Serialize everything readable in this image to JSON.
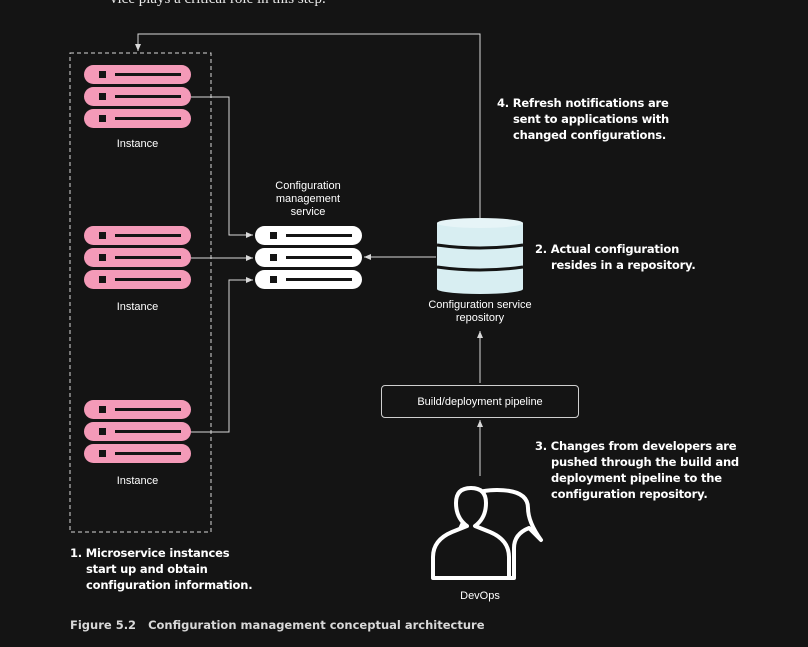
{
  "header": {
    "cutoff_text": "vice plays a critical role in this step."
  },
  "instances": [
    {
      "label": "Instance"
    },
    {
      "label": "Instance"
    },
    {
      "label": "Instance"
    }
  ],
  "config_service": {
    "label": "Configuration management service"
  },
  "repository": {
    "label_line1": "Configuration service",
    "label_line2": "repository"
  },
  "pipeline": {
    "label": "Build/deployment pipeline"
  },
  "devops": {
    "label": "DevOps"
  },
  "steps": {
    "step1": {
      "line1": "1. Microservice instances",
      "line2": "start up and obtain",
      "line3": "configuration information."
    },
    "step2": {
      "line1": "2. Actual configuration",
      "line2": "resides in a repository."
    },
    "step3": {
      "line1": "3. Changes from developers are",
      "line2": "pushed through the build and",
      "line3": "deployment pipeline to the",
      "line4": "configuration repository."
    },
    "step4": {
      "line1": "4. Refresh notifications are",
      "line2": "sent to applications with",
      "line3": "changed configurations."
    }
  },
  "caption": {
    "number": "Figure 5.2",
    "title": "Configuration management conceptual architecture"
  },
  "colors": {
    "background": "#141414",
    "instance_server_fill": "#f49ab8",
    "config_server_fill": "#ffffff",
    "repository_fill": "#d8eef2",
    "line": "#d9d9d9"
  }
}
